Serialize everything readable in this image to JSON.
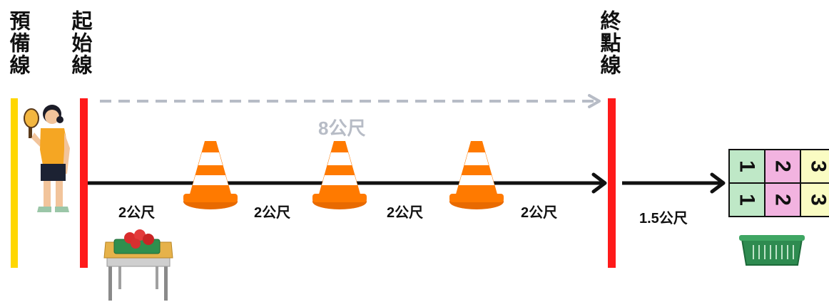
{
  "labels": {
    "ready_line": "預備線",
    "start_line": "起始線",
    "finish_line": "終點線"
  },
  "distances": {
    "total": "8公尺",
    "segments": [
      "2公尺",
      "2公尺",
      "2公尺",
      "2公尺"
    ],
    "to_target": "1.5公尺"
  },
  "target_grid": {
    "rows": [
      [
        "1",
        "2",
        "3"
      ],
      [
        "1",
        "2",
        "3"
      ]
    ],
    "colors": [
      "#bfe8c7",
      "#f2b3e0",
      "#fafcc3"
    ]
  },
  "colors": {
    "ready_line": "#ffd700",
    "start_finish_lines": "#ff1a1a",
    "arrow": "#111111",
    "dashed_arrow": "#b7bcc6",
    "cone": "#ff7a00"
  }
}
